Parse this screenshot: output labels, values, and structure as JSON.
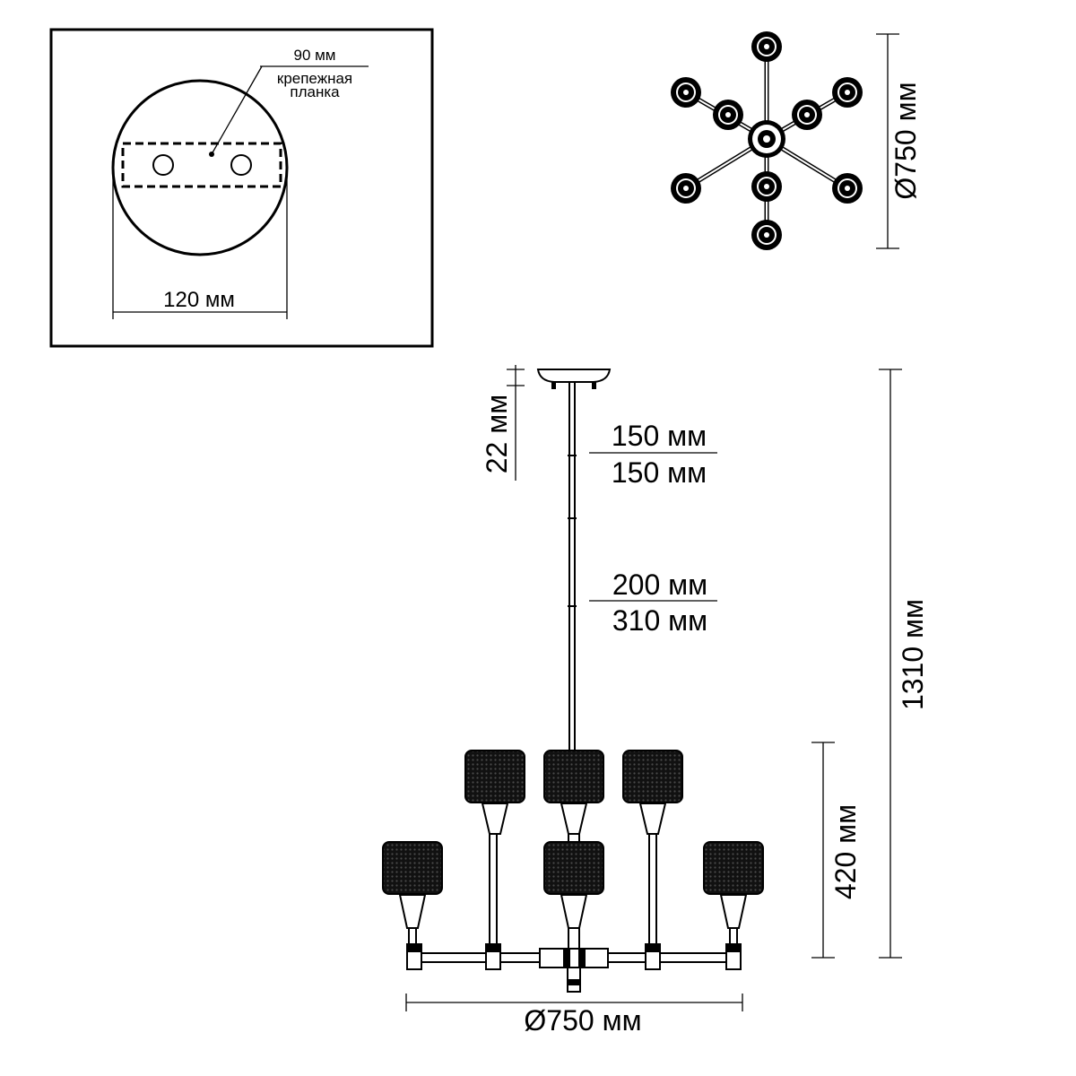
{
  "mount_plate": {
    "slot_width": "90 мм",
    "label_line1": "крепежная",
    "label_line2": "планка",
    "plate_diameter": "120 мм"
  },
  "top_view": {
    "diameter": "Ø750 мм"
  },
  "side_view": {
    "canopy_height": "22 мм",
    "rod1_upper": "150 мм",
    "rod1_lower": "150 мм",
    "rod2_upper": "200 мм",
    "rod2_lower": "310 мм",
    "total_height": "1310 мм",
    "body_height": "420 мм",
    "diameter": "Ø750 мм"
  }
}
